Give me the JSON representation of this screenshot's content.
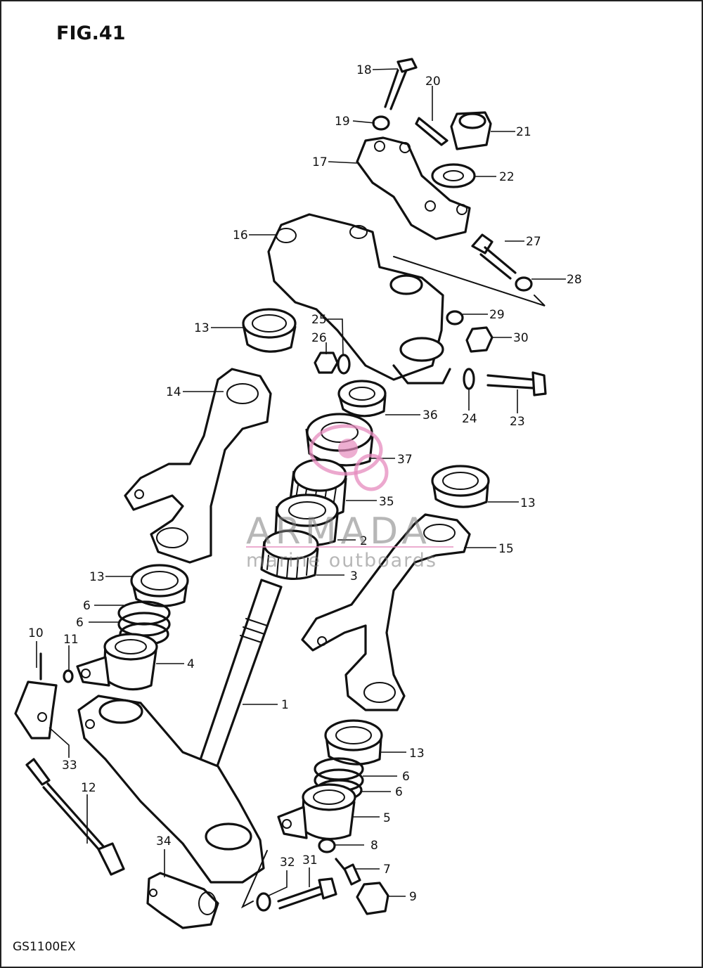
{
  "figure": {
    "title": "FIG.41",
    "model": "GS1100EX"
  },
  "watermark": {
    "brand": "ARMADA",
    "tagline": "marine outboards",
    "accent_color": "#e58bbd"
  },
  "callouts": [
    "18",
    "20",
    "19",
    "21",
    "17",
    "22",
    "16",
    "27",
    "28",
    "13",
    "25",
    "26",
    "29",
    "30",
    "14",
    "36",
    "24",
    "23",
    "37",
    "13",
    "35",
    "2",
    "15",
    "3",
    "13",
    "6",
    "6",
    "10",
    "11",
    "4",
    "1",
    "33",
    "12",
    "13",
    "6",
    "6",
    "5",
    "8",
    "34",
    "32",
    "31",
    "7",
    "9"
  ]
}
